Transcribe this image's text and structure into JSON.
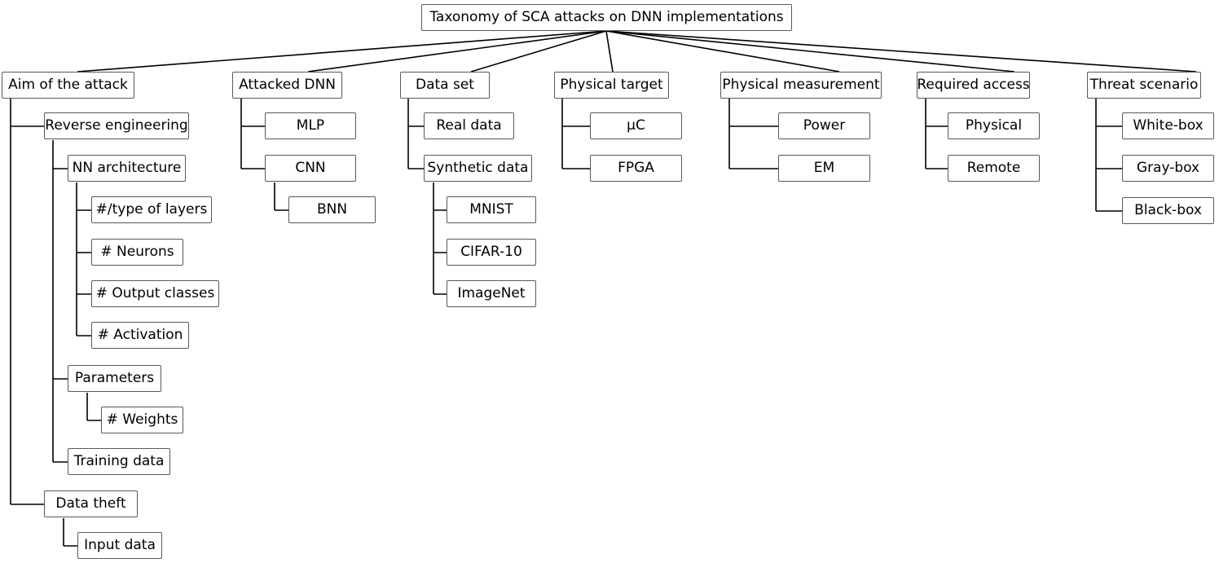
{
  "diagram": {
    "title": "Taxonomy of SCA attacks on DNN implementations",
    "style": {
      "box_border_color": "#595959",
      "box_fill_color": "#ffffff",
      "edge_color": "#000000",
      "text_color": "#000000",
      "background_color": "#ffffff"
    },
    "root": {
      "label": "Taxonomy of SCA attacks on DNN implementations"
    },
    "branches": [
      {
        "label": "Aim of the attack",
        "children": [
          {
            "label": "Reverse engineering",
            "children": [
              {
                "label": "NN architecture",
                "children": [
                  {
                    "label": "#/type of layers"
                  },
                  {
                    "label": "# Neurons"
                  },
                  {
                    "label": "# Output classes"
                  },
                  {
                    "label": "# Activation"
                  }
                ]
              },
              {
                "label": "Parameters",
                "children": [
                  {
                    "label": "# Weights"
                  }
                ]
              },
              {
                "label": "Training data"
              }
            ]
          },
          {
            "label": "Data theft",
            "children": [
              {
                "label": "Input data"
              }
            ]
          }
        ]
      },
      {
        "label": "Attacked DNN",
        "children": [
          {
            "label": "MLP"
          },
          {
            "label": "CNN",
            "children": [
              {
                "label": "BNN"
              }
            ]
          }
        ]
      },
      {
        "label": "Data set",
        "children": [
          {
            "label": "Real data"
          },
          {
            "label": "Synthetic data",
            "children": [
              {
                "label": "MNIST"
              },
              {
                "label": "CIFAR-10"
              },
              {
                "label": "ImageNet"
              }
            ]
          }
        ]
      },
      {
        "label": "Physical target",
        "children": [
          {
            "label": "µC"
          },
          {
            "label": "FPGA"
          }
        ]
      },
      {
        "label": "Physical measurement",
        "children": [
          {
            "label": "Power"
          },
          {
            "label": "EM"
          }
        ]
      },
      {
        "label": "Required access",
        "children": [
          {
            "label": "Physical"
          },
          {
            "label": "Remote"
          }
        ]
      },
      {
        "label": "Threat scenario",
        "children": [
          {
            "label": "White-box"
          },
          {
            "label": "Gray-box"
          },
          {
            "label": "Black-box"
          }
        ]
      }
    ]
  }
}
